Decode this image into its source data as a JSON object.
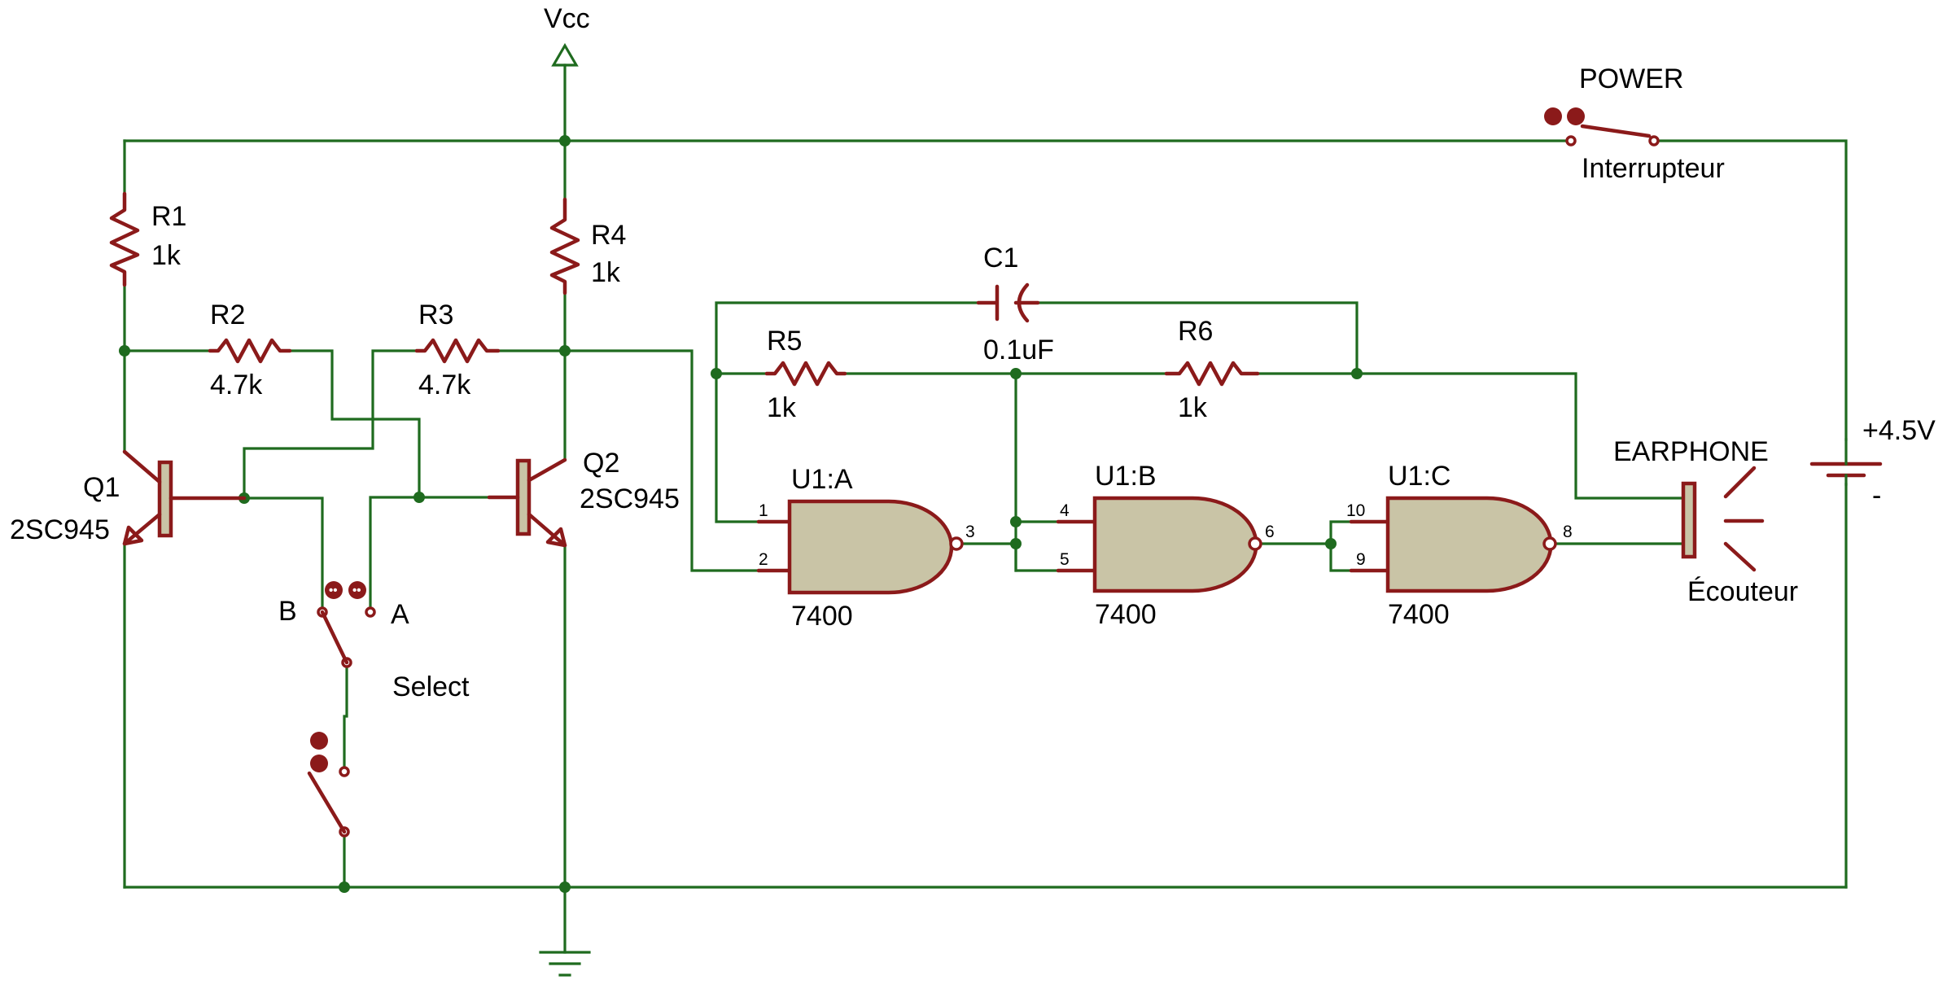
{
  "power": {
    "vcc": "Vcc",
    "battery_voltage": "+4.5V",
    "battery_minus": "-"
  },
  "switches": {
    "power": {
      "name": "POWER",
      "label": "Interrupteur"
    },
    "select": {
      "label": "Select",
      "pos_a": "A",
      "pos_b": "B"
    }
  },
  "resistors": [
    {
      "ref": "R1",
      "value": "1k"
    },
    {
      "ref": "R2",
      "value": "4.7k"
    },
    {
      "ref": "R3",
      "value": "4.7k"
    },
    {
      "ref": "R4",
      "value": "1k"
    },
    {
      "ref": "R5",
      "value": "1k"
    },
    {
      "ref": "R6",
      "value": "1k"
    }
  ],
  "capacitor": {
    "ref": "C1",
    "value": "0.1uF"
  },
  "transistors": [
    {
      "ref": "Q1",
      "part": "2SC945"
    },
    {
      "ref": "Q2",
      "part": "2SC945"
    }
  ],
  "gates": [
    {
      "ref": "U1:A",
      "part": "7400",
      "in1": "1",
      "in2": "2",
      "out": "3"
    },
    {
      "ref": "U1:B",
      "part": "7400",
      "in1": "4",
      "in2": "5",
      "out": "6"
    },
    {
      "ref": "U1:C",
      "part": "7400",
      "in1": "10",
      "in2": "9",
      "out": "8"
    }
  ],
  "earphone": {
    "name": "EARPHONE",
    "label": "Écouteur"
  },
  "colors": {
    "wire": "#1f6b1f",
    "component": "#8b1a1a",
    "gate_fill": "#c9c4a6"
  }
}
